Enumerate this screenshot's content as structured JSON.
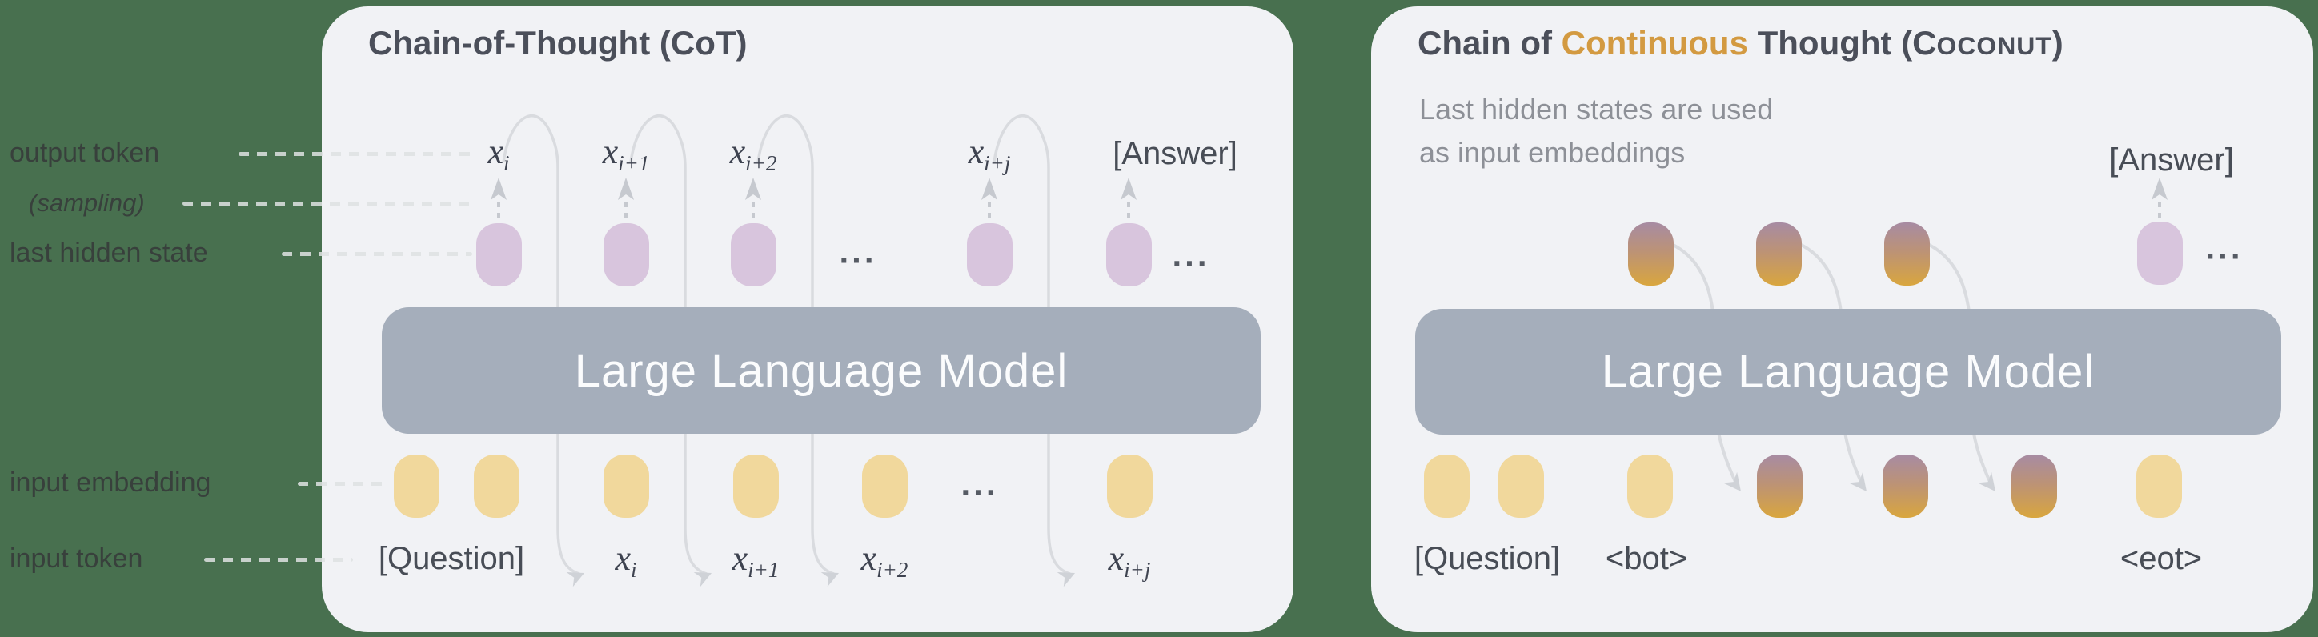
{
  "colors": {
    "background_green": "#48704f",
    "panel_background": "#f1f2f5",
    "llm_box_gray": "#a5aebb",
    "hidden_state_pill_purple": "#d8c5dd",
    "input_embedding_pill_yellow": "#f1d89c",
    "continuous_thought_gradient_top": "#a78ba3",
    "continuous_thought_gradient_bottom": "#d9a63e",
    "accent_orange": "#d39a41",
    "title_text": "#4b4f5a",
    "subtitle_text": "#8d9097",
    "arrow_gray": "#c8cbd1"
  },
  "side_labels": {
    "output_token": "output token",
    "sampling": "(sampling)",
    "last_hidden_state": "last hidden state",
    "input_embedding": "input embedding",
    "input_token": "input token"
  },
  "left_panel": {
    "title": "Chain-of-Thought (CoT)",
    "llm_label": "Large Language Model",
    "output_tokens": [
      {
        "base": "x",
        "sub": "i"
      },
      {
        "base": "x",
        "sub": "i+1"
      },
      {
        "base": "x",
        "sub": "i+2"
      },
      {
        "base": "x",
        "sub": "i+j"
      }
    ],
    "answer_label": "[Answer]",
    "question_label": "[Question]",
    "input_tokens": [
      {
        "base": "x",
        "sub": "i"
      },
      {
        "base": "x",
        "sub": "i+1"
      },
      {
        "base": "x",
        "sub": "i+2"
      },
      {
        "base": "x",
        "sub": "i+j"
      }
    ],
    "ellipsis": "..."
  },
  "right_panel": {
    "title_prefix": "Chain of ",
    "title_highlight": "Continuous",
    "title_mid": " Thought (C",
    "title_smallcaps": "OCONUT",
    "title_suffix": ")",
    "subtitle_line1": "Last hidden states are used",
    "subtitle_line2": "as input embeddings",
    "llm_label": "Large Language Model",
    "answer_label": "[Answer]",
    "question_label": "[Question]",
    "bot_label": "<bot>",
    "eot_label": "<eot>",
    "ellipsis": "..."
  }
}
